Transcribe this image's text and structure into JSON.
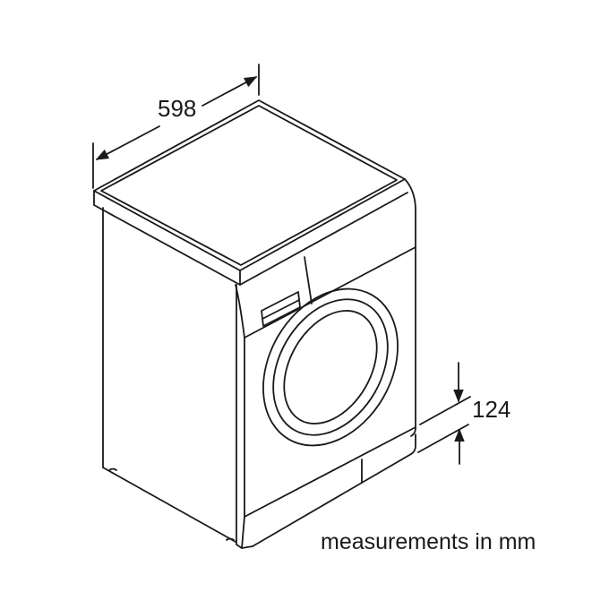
{
  "diagram": {
    "subject": "washing machine isometric line drawing",
    "dimensions": {
      "width": {
        "value": "598",
        "axis": "front-width"
      },
      "plinth_height": {
        "value": "124",
        "axis": "toe-kick height"
      }
    },
    "units_note": "measurements in mm",
    "colors": {
      "line": "#1a1a1a",
      "background": "#ffffff"
    }
  }
}
